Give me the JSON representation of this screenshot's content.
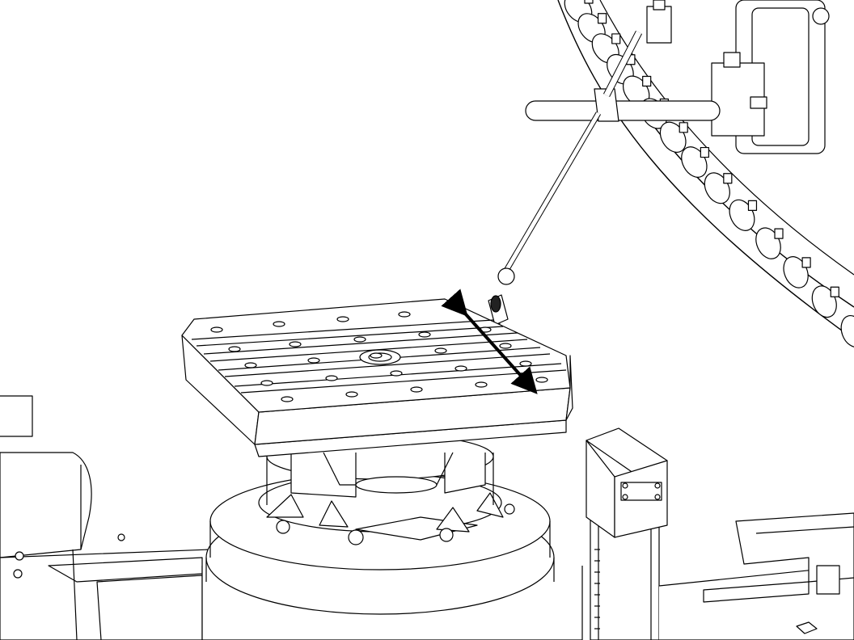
{
  "figure": {
    "description_visible_text": [],
    "line_color": "#000000",
    "fill_color": "#ffffff",
    "indicator_arrow": "double-headed",
    "table_hole_rows": 5,
    "table_t_slots": 4
  }
}
